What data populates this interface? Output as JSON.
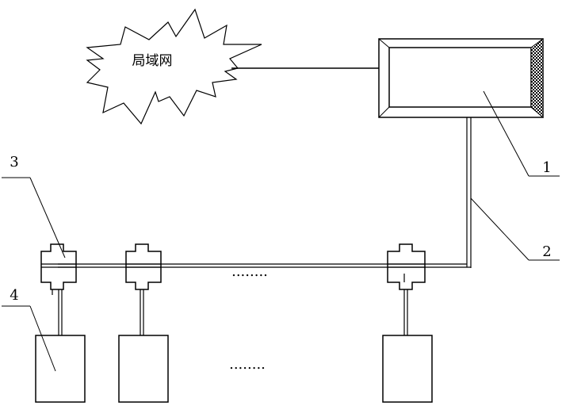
{
  "network": {
    "label": "局域网"
  },
  "callouts": {
    "server": "1",
    "bus_cable": "2",
    "connector": "3",
    "terminal": "4"
  },
  "ellipsis_bus": "........",
  "ellipsis_terminals": "........"
}
